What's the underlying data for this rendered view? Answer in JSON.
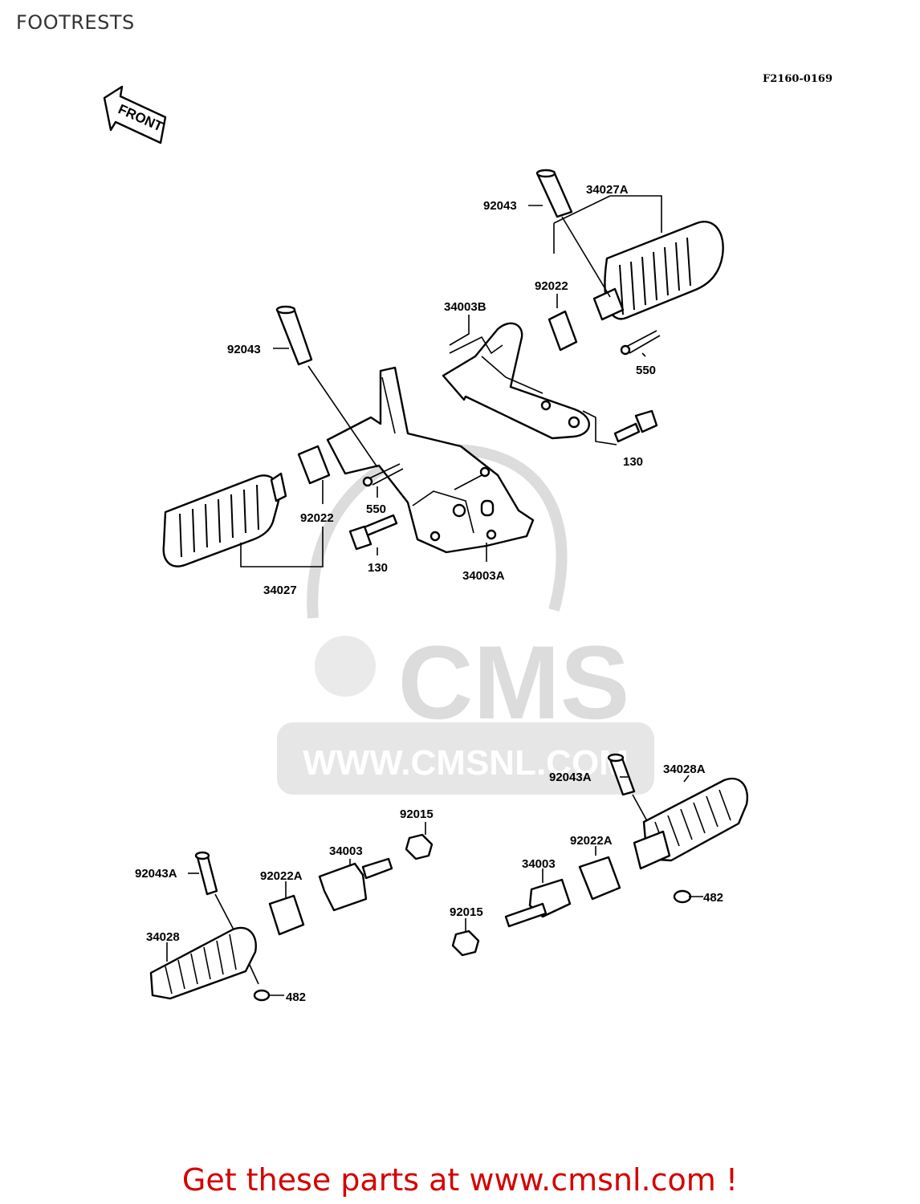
{
  "page_title": "FOOTRESTS",
  "figure_code": "F2160-0169",
  "front_label": "FRONT",
  "watermark": {
    "brand": "CMS",
    "url": "WWW.CMSNL.COM"
  },
  "footer_text": "Get these parts at www.cmsnl.com !",
  "callouts": {
    "c92043_top_right": "92043",
    "c34027A": "34027A",
    "c92022_top_right": "92022",
    "c34003B": "34003B",
    "c550_right": "550",
    "c130_right": "130",
    "c92043_left": "92043",
    "c550_left": "550",
    "c92022_left": "92022",
    "c130_left": "130",
    "c34003A": "34003A",
    "c34027": "34027",
    "c92043A_right": "92043A",
    "c34028A": "34028A",
    "c92015_top": "92015",
    "c34003_mid_left": "34003",
    "c92022A_right": "92022A",
    "c34003_mid_right": "34003",
    "c92043A_left": "92043A",
    "c92022A_left": "92022A",
    "c482_right": "482",
    "c34028": "34028",
    "c92015_bottom": "92015",
    "c482_left": "482"
  },
  "colors": {
    "footer": "#d40000",
    "watermark": "#dcdcdc",
    "ink": "#000000"
  }
}
